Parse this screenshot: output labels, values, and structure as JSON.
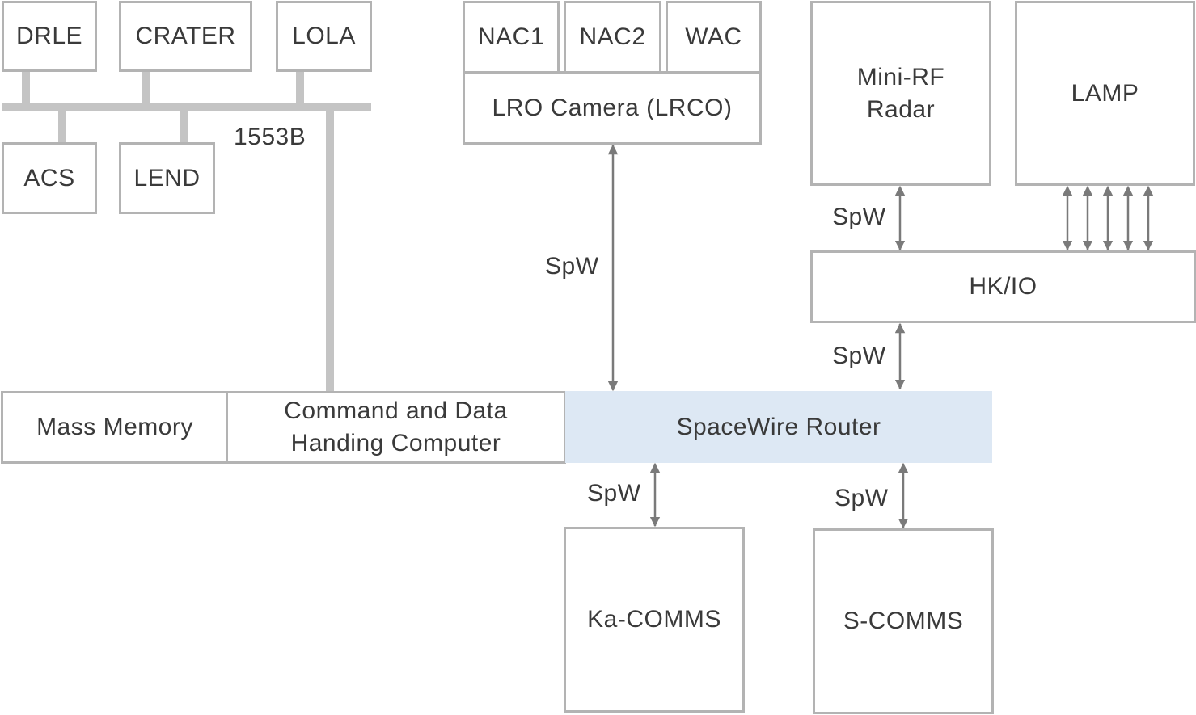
{
  "bus": {
    "label": "1553B",
    "top_devices": [
      "DRLE",
      "CRATER",
      "LOLA"
    ],
    "bottom_devices": [
      "ACS",
      "LEND"
    ]
  },
  "camera": {
    "subunits": [
      "NAC1",
      "NAC2",
      "WAC"
    ],
    "name": "LRO Camera (LRCO)"
  },
  "instruments": {
    "mini_rf": "Mini-RF\nRadar",
    "lamp": "LAMP",
    "hkio": "HK/IO"
  },
  "core": {
    "mass_memory": "Mass Memory",
    "cdhc": "Command and Data\nHanding Computer",
    "router": "SpaceWire Router"
  },
  "comms": {
    "ka": "Ka-COMMS",
    "s": "S-COMMS"
  },
  "links": {
    "camera_router": "SpW",
    "minirf_hkio": "SpW",
    "hkio_router": "SpW",
    "router_ka": "SpW",
    "router_s": "SpW"
  },
  "colors": {
    "box_border": "#b3b3b3",
    "bus_line": "#c4c4c4",
    "router_fill": "#dde8f4",
    "arrow": "#7a7a7a",
    "text": "#3a3a3a"
  }
}
